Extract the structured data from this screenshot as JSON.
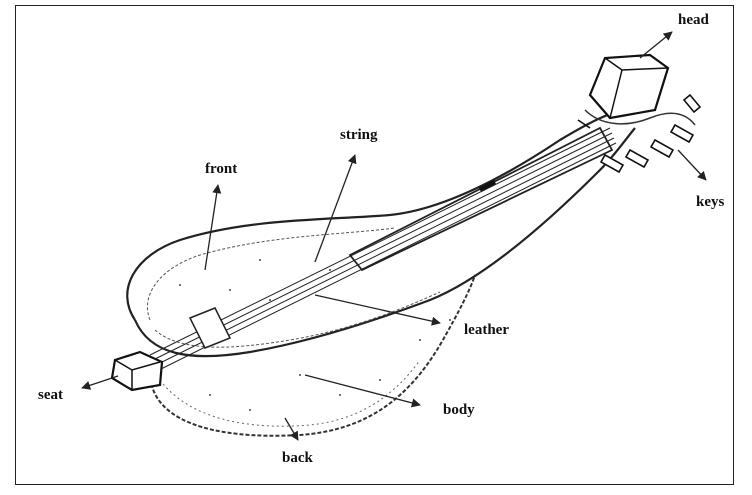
{
  "diagram": {
    "labels": {
      "head": "head",
      "keys": "keys",
      "string": "string",
      "front": "front",
      "leather": "leather",
      "seat": "seat",
      "body": "body",
      "back": "back"
    }
  }
}
